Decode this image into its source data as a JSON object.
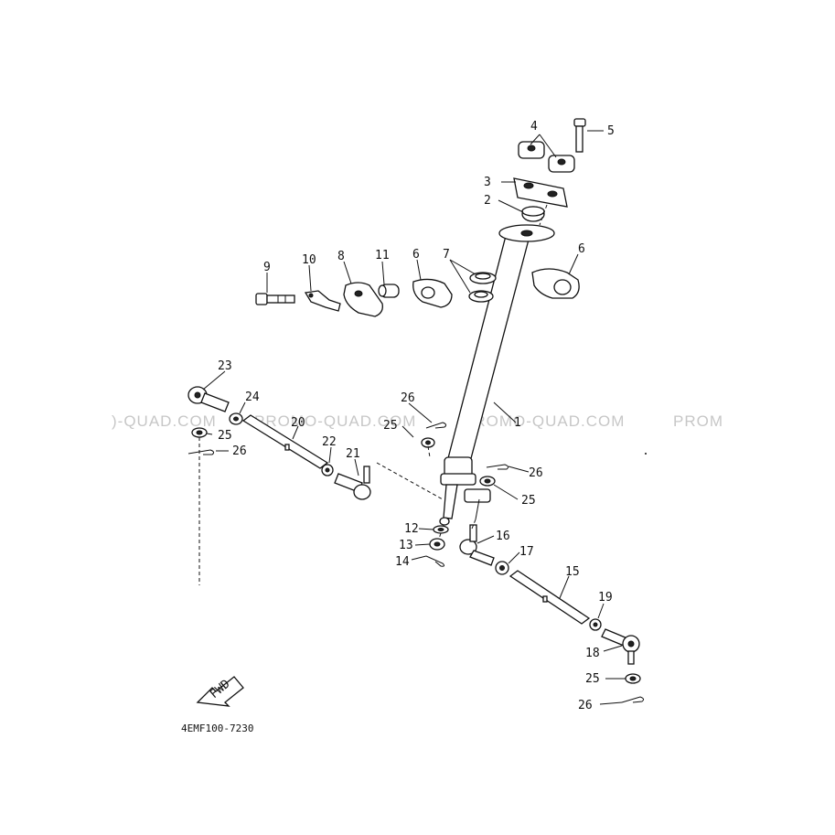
{
  "diagram": {
    "drawing_code": "4EMF100-7230",
    "fwd_label": "FWD",
    "watermarks": [
      ")-QUAD.COM",
      "PROMO-QUAD.COM",
      "PROMO-QUAD.COM",
      "PROM"
    ],
    "callouts": [
      "4",
      "5",
      "3",
      "2",
      "6",
      "9",
      "10",
      "8",
      "11",
      "6",
      "7",
      "23",
      "24",
      "26",
      "25",
      "20",
      "22",
      "21",
      "25",
      "1",
      "26",
      "26",
      "25",
      "12",
      "13",
      "14",
      "16",
      "17",
      "15",
      "19",
      "18",
      "25",
      "26"
    ]
  }
}
